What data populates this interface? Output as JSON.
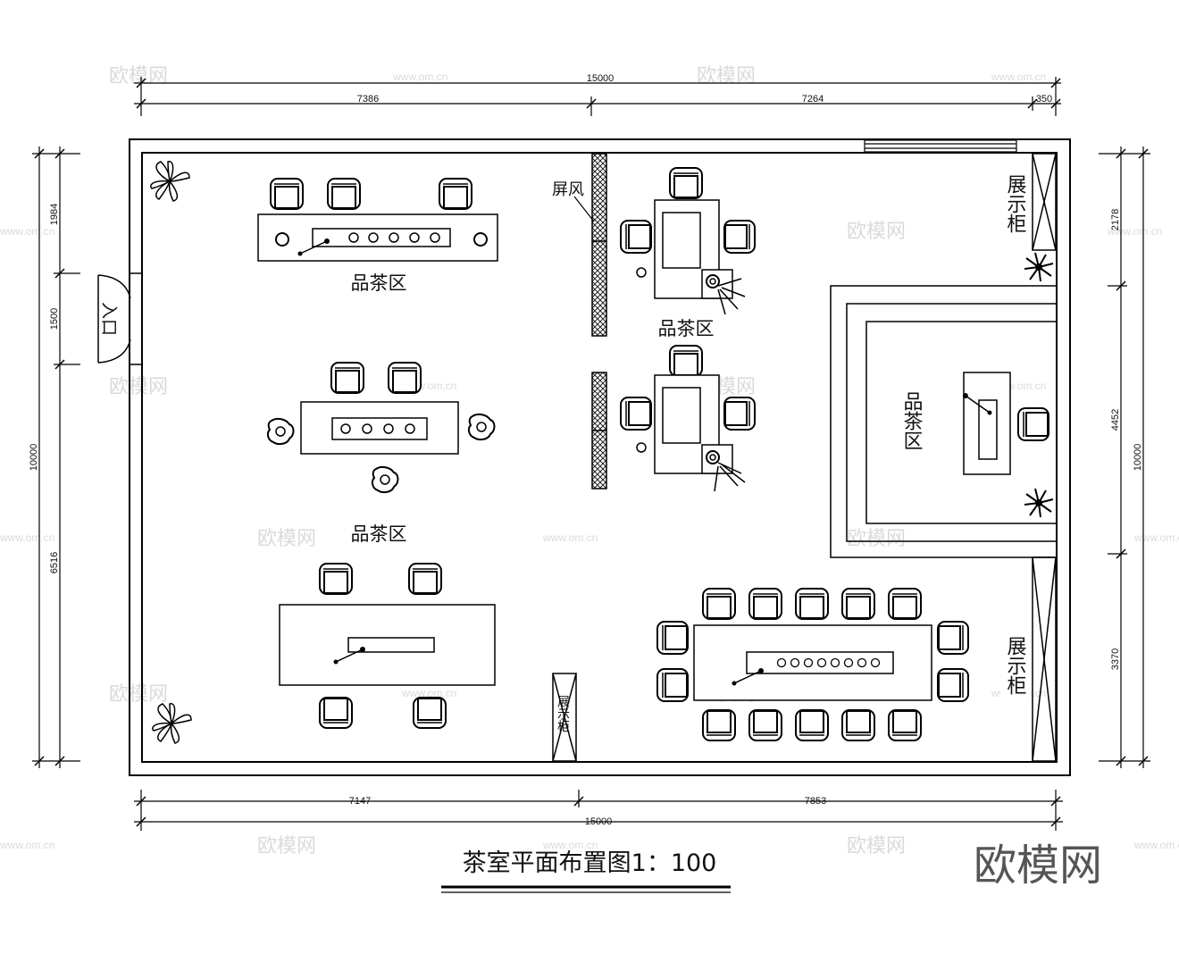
{
  "drawing": {
    "title": "茶室平面布置图1：100",
    "brand": "欧模网",
    "watermark_site": "欧模网",
    "watermark_url": "www.om.cn"
  },
  "dimensions": {
    "top_total": "15000",
    "top_left": "7386",
    "top_mid": "7264",
    "top_right": "350",
    "bottom_left": "7147",
    "bottom_right": "7853",
    "bottom_total": "15000",
    "left_1": "1984",
    "left_2": "1500",
    "left_3": "6516",
    "left_total": "10000",
    "right_1": "2178",
    "right_2": "4452",
    "right_3": "3370",
    "right_total": "10000"
  },
  "labels": {
    "entrance": "入口",
    "screen": "屏风",
    "tea_area": "品茶区",
    "display_cabinet": "展示柜"
  }
}
